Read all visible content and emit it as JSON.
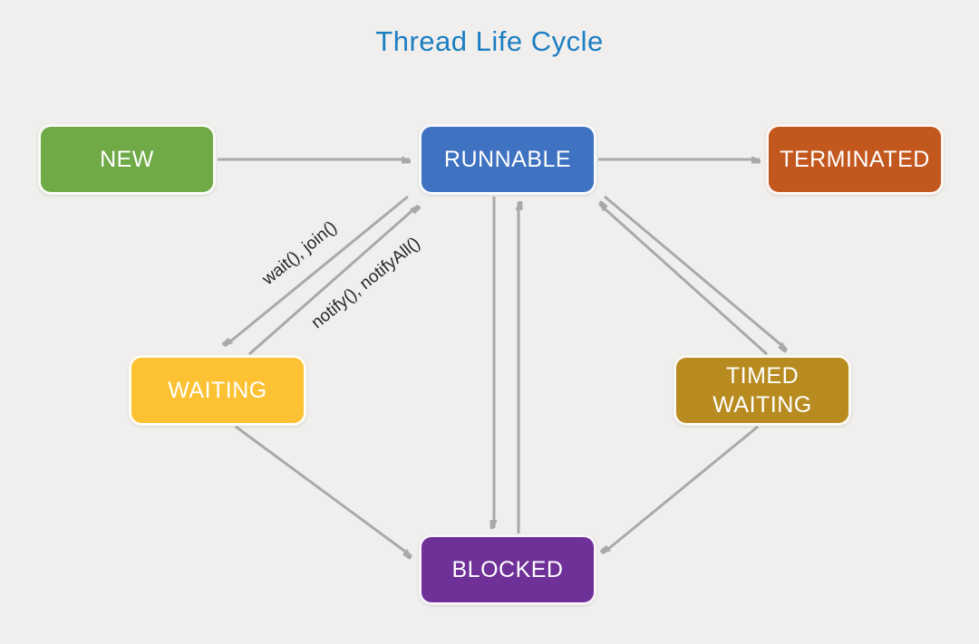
{
  "title": "Thread Life Cycle",
  "colors": {
    "background": "#f0efed",
    "title": "#1c7ec2",
    "arrow": "#a9a9a9",
    "edge_label_text": "#262626",
    "node_text": "#ffffff"
  },
  "nodes": [
    {
      "id": "new",
      "label": "NEW",
      "color": "#6faa47"
    },
    {
      "id": "runnable",
      "label": "RUNNABLE",
      "color": "#3f72c1"
    },
    {
      "id": "terminated",
      "label": "TERMINATED",
      "color": "#c3581f"
    },
    {
      "id": "waiting",
      "label": "WAITING",
      "color": "#fdc234"
    },
    {
      "id": "timed-waiting",
      "label": "TIMED WAITING",
      "color": "#b78b20"
    },
    {
      "id": "blocked",
      "label": "BLOCKED",
      "color": "#6f3198"
    }
  ],
  "edges": [
    {
      "from": "NEW",
      "to": "RUNNABLE",
      "label": ""
    },
    {
      "from": "RUNNABLE",
      "to": "TERMINATED",
      "label": ""
    },
    {
      "from": "RUNNABLE",
      "to": "WAITING",
      "label": "wait(), join()"
    },
    {
      "from": "WAITING",
      "to": "RUNNABLE",
      "label": "notify(), notifyAll()"
    },
    {
      "from": "RUNNABLE",
      "to": "BLOCKED",
      "label": ""
    },
    {
      "from": "BLOCKED",
      "to": "RUNNABLE",
      "label": ""
    },
    {
      "from": "RUNNABLE",
      "to": "TIMED WAITING",
      "label": ""
    },
    {
      "from": "TIMED WAITING",
      "to": "RUNNABLE",
      "label": ""
    },
    {
      "from": "WAITING",
      "to": "BLOCKED",
      "label": ""
    },
    {
      "from": "TIMED WAITING",
      "to": "BLOCKED",
      "label": ""
    }
  ]
}
